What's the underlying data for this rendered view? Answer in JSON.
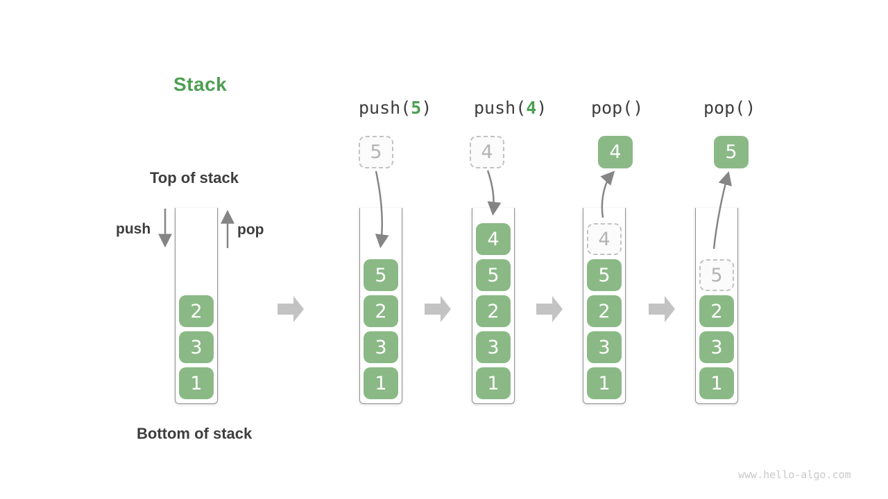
{
  "title": "Stack",
  "annotations": {
    "top_of_stack": "Top of stack",
    "bottom_of_stack": "Bottom of stack",
    "push": "push",
    "pop": "pop"
  },
  "watermark": "www.hello-algo.com",
  "colors": {
    "element_green": "#8ab986",
    "accent_green": "#4c9f52",
    "dark_text": "#3d3d3d",
    "thin_arrow_gray": "#858585",
    "block_arrow_gray": "#c3c3c3",
    "container_wall_gray": "#8f8f8f",
    "ghost_border": "#c2c2c2",
    "ghost_text": "#b3b3b3",
    "watermark_gray": "#c9c9c9"
  },
  "columns": [
    {
      "id": "initial",
      "cells": [
        {
          "value": "2",
          "type": "solid"
        },
        {
          "value": "3",
          "type": "solid"
        },
        {
          "value": "1",
          "type": "solid"
        }
      ]
    },
    {
      "id": "push-5",
      "op": {
        "prefix": "push(",
        "arg": "5",
        "suffix": ")"
      },
      "floating": {
        "value": "5",
        "type": "ghost"
      },
      "cells": [
        {
          "value": "5",
          "type": "solid"
        },
        {
          "value": "2",
          "type": "solid"
        },
        {
          "value": "3",
          "type": "solid"
        },
        {
          "value": "1",
          "type": "solid"
        }
      ]
    },
    {
      "id": "push-4",
      "op": {
        "prefix": "push(",
        "arg": "4",
        "suffix": ")"
      },
      "floating": {
        "value": "4",
        "type": "ghost"
      },
      "cells": [
        {
          "value": "4",
          "type": "solid"
        },
        {
          "value": "5",
          "type": "solid"
        },
        {
          "value": "2",
          "type": "solid"
        },
        {
          "value": "3",
          "type": "solid"
        },
        {
          "value": "1",
          "type": "solid"
        }
      ]
    },
    {
      "id": "pop-first",
      "op": {
        "prefix": "pop()",
        "arg": "",
        "suffix": ""
      },
      "floating": {
        "value": "4",
        "type": "solid"
      },
      "cells": [
        {
          "value": "4",
          "type": "ghost"
        },
        {
          "value": "5",
          "type": "solid"
        },
        {
          "value": "2",
          "type": "solid"
        },
        {
          "value": "3",
          "type": "solid"
        },
        {
          "value": "1",
          "type": "solid"
        }
      ]
    },
    {
      "id": "pop-second",
      "op": {
        "prefix": "pop()",
        "arg": "",
        "suffix": ""
      },
      "floating": {
        "value": "5",
        "type": "solid"
      },
      "cells": [
        {
          "value": "5",
          "type": "ghost"
        },
        {
          "value": "2",
          "type": "solid"
        },
        {
          "value": "3",
          "type": "solid"
        },
        {
          "value": "1",
          "type": "solid"
        }
      ]
    }
  ]
}
